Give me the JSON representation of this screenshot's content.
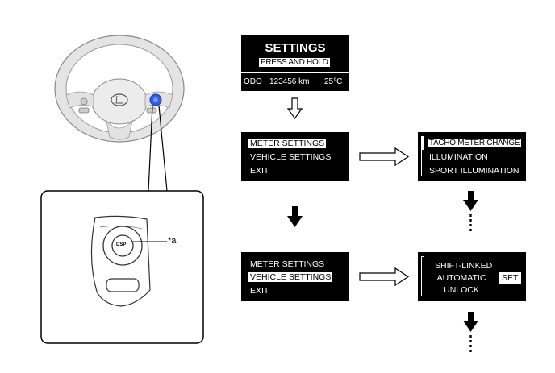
{
  "wheel": {
    "callout_label": "*a",
    "button_label": "DSP"
  },
  "screen_settings": {
    "title": "SETTINGS",
    "subtitle": "PRESS AND HOLD",
    "odo_label": "ODO",
    "odo_value": "123456 km",
    "temperature": "25°C"
  },
  "menu_1": {
    "items": [
      "METER SETTINGS",
      "VEHICLE SETTINGS",
      "EXIT"
    ],
    "selected_index": 0
  },
  "menu_2": {
    "items": [
      "METER SETTINGS",
      "VEHICLE SETTINGS",
      "EXIT"
    ],
    "selected_index": 1
  },
  "meter_submenu": {
    "items": [
      "TACHO METER CHANGE",
      "ILLUMINATION",
      "SPORT ILLUMINATION"
    ],
    "selected_index": 0
  },
  "vehicle_submenu": {
    "lines": [
      "SHIFT-LINKED",
      "AUTOMATIC",
      "UNLOCK"
    ],
    "set_label": "SET"
  }
}
